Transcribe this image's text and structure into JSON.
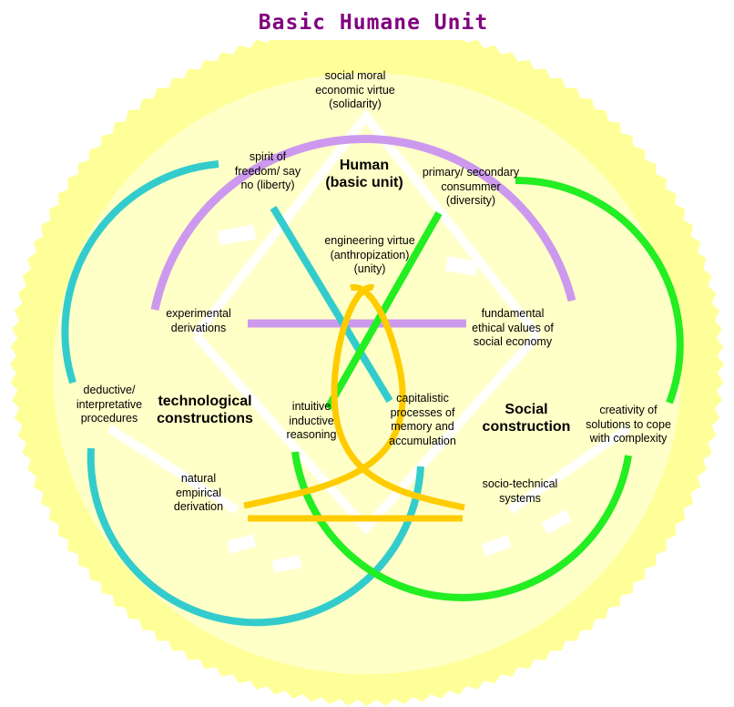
{
  "title": "Basic Humane Unit",
  "colors": {
    "outer_badge": "#ffff99",
    "inner_badge": "#ffffc8",
    "purple_arc": "#cc99ee",
    "teal_arc": "#33cccc",
    "green_arc": "#22ee22",
    "gold_arc": "#ffcc00"
  },
  "labels": {
    "center_heading": "Human\n(basic unit)",
    "left_heading": "technological\nconstructions",
    "right_heading": "Social\nconstruction",
    "solidarity": "social moral\neconomic virtue\n(solidarity)",
    "liberty": "spirit of\nfreedom/ say\nno (liberty)",
    "diversity": "primary/ secondary\nconsummer\n(diversity)",
    "unity": "engineering virtue\n(anthropization)\n(unity)",
    "experimental": "experimental\nderivations",
    "fundamental": "fundamental\nethical values of\nsocial economy",
    "deductive": "deductive/\ninterpretative\nprocedures",
    "intuitive": "intuitive\ninductive\nreasoning",
    "capitalistic": "capitalistic\nprocesses of\nmemory and\naccumulation",
    "creativity": "creativity of\nsolutions to cope\nwith complexity",
    "natural": "natural\nempirical\nderivation",
    "socio_technical": "socio-technical\nsystems"
  }
}
